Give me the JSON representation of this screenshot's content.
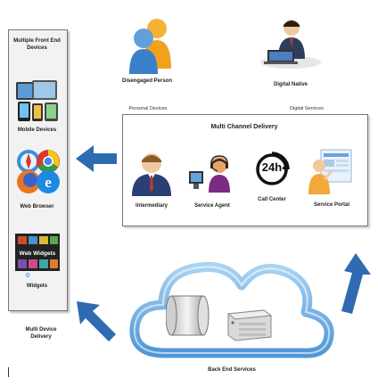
{
  "left_panel": {
    "title": "Multiple Front End Devices",
    "mobile_label": "Mobile Devices",
    "browser_label": "Web Browser",
    "widgets_image_caption": "Web Widgets",
    "widgets_label": "Widgets"
  },
  "top": {
    "disengaged_label": "Disengaged Person",
    "personal_devices_label": "Personal Devices",
    "digital_native_label": "Digital Native",
    "digital_services_label": "Digital Services"
  },
  "multichannel": {
    "title": "Multi Channel Delivery",
    "intermediary_label": "Intermediary",
    "service_agent_label": "Service Agent",
    "call_center_label": "Call Center",
    "call_center_icon_text": "24h",
    "service_portal_label": "Service Portal"
  },
  "bottom": {
    "multi_device_label": "Multi Device Delivery",
    "back_end_label": "Back End Services"
  },
  "colors": {
    "arrow_blue": "#2e6bb0",
    "cloud_blue": "#6aaee0"
  }
}
